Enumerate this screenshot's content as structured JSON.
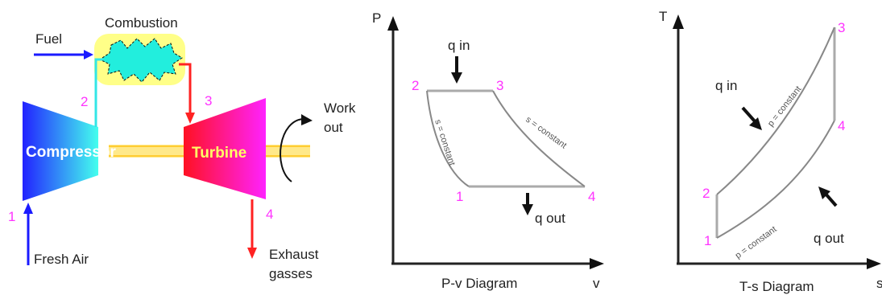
{
  "cycle_schematic": {
    "fuel_label": "Fuel",
    "combustion_label": "Combustion",
    "compressor_label": "Compressor",
    "turbine_label": "Turbine",
    "work_out_line1": "Work",
    "work_out_line2": "out",
    "fresh_air_label": "Fresh Air",
    "exhaust_line1": "Exhaust",
    "exhaust_line2": "gasses",
    "state_1": "1",
    "state_2": "2",
    "state_3": "3",
    "state_4": "4"
  },
  "pv_diagram": {
    "title": "P-v Diagram",
    "y_axis": "P",
    "x_axis": "v",
    "q_in": "q in",
    "q_out": "q out",
    "curve_compression": "s = constant",
    "curve_expansion": "s = constant",
    "state_1": "1",
    "state_2": "2",
    "state_3": "3",
    "state_4": "4"
  },
  "ts_diagram": {
    "title": "T-s Diagram",
    "y_axis": "T",
    "x_axis": "s",
    "q_in": "q in",
    "q_out": "q out",
    "curve_heat_add": "p = constant",
    "curve_heat_reject": "p = constant",
    "state_1": "1",
    "state_2": "2",
    "state_3": "3",
    "state_4": "4"
  },
  "colors": {
    "accent_pink": "#ff33ff",
    "fuel_arrow": "#1a1aff",
    "hot_arrow": "#ff2222",
    "cyan_line": "#33e6e6",
    "shaft": "#ffdd55",
    "combustion_bg": "#ffff88",
    "combustion_core": "#22eedd"
  }
}
